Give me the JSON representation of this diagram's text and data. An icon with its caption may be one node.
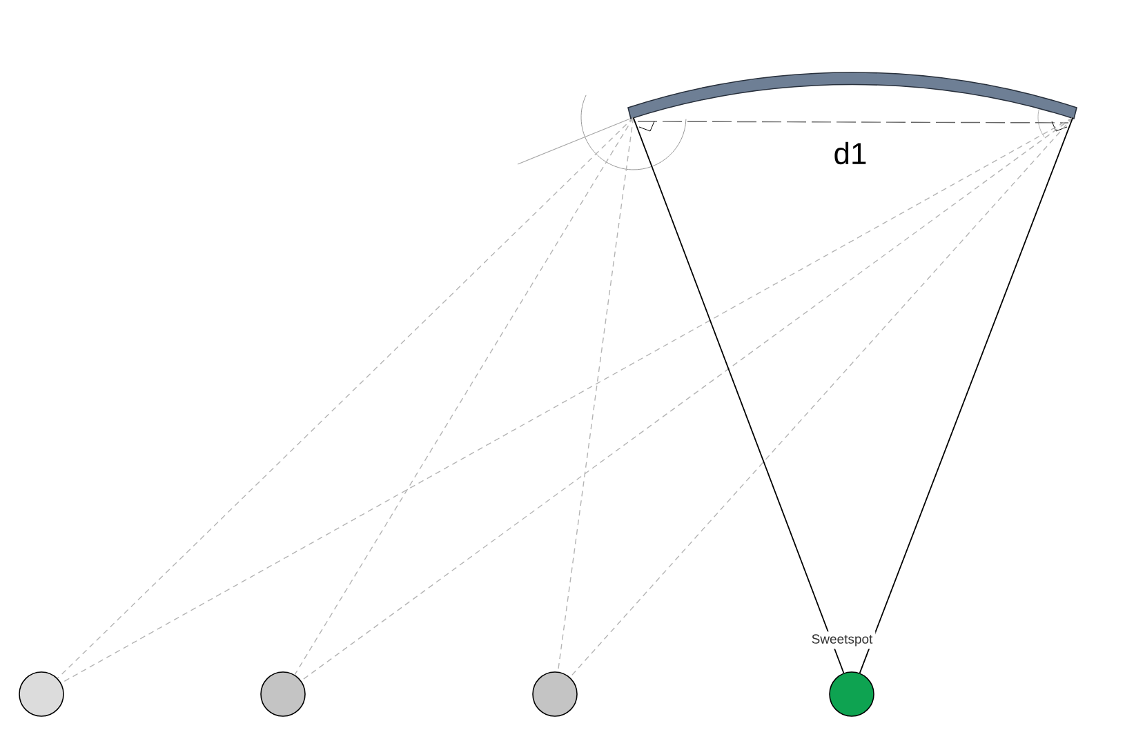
{
  "diagram": {
    "nodes": [
      {
        "text": [],
        "shape": "bar"
      },
      {
        "text": [],
        "shape": "circle"
      },
      {
        "text": [],
        "shape": "circle"
      },
      {
        "text": [],
        "shape": "circle"
      },
      {
        "text": [],
        "shape": "circle",
        "beside": [
          "Sweetspot"
        ]
      }
    ],
    "edges": [
      {
        "from": 0,
        "to": 1,
        "arrow": "none",
        "style": "dashed",
        "color": "#b4b4b4"
      },
      {
        "from": 0,
        "to": 1,
        "arrow": "none",
        "style": "dashed",
        "color": "#b4b4b4"
      },
      {
        "from": 0,
        "to": 2,
        "arrow": "none",
        "style": "dashed",
        "color": "#b4b4b4"
      },
      {
        "from": 0,
        "to": 2,
        "arrow": "none",
        "style": "dashed",
        "color": "#b4b4b4"
      },
      {
        "from": 0,
        "to": 3,
        "arrow": "none",
        "style": "dashed",
        "color": "#b4b4b4"
      },
      {
        "from": 0,
        "to": 3,
        "arrow": "none",
        "style": "dashed",
        "color": "#b4b4b4"
      },
      {
        "from": 0,
        "to": 4,
        "arrow": "none",
        "color": "#000000"
      },
      {
        "from": 0,
        "to": 4,
        "arrow": "none",
        "color": "#000000"
      }
    ],
    "labels": [
      "d1"
    ]
  }
}
